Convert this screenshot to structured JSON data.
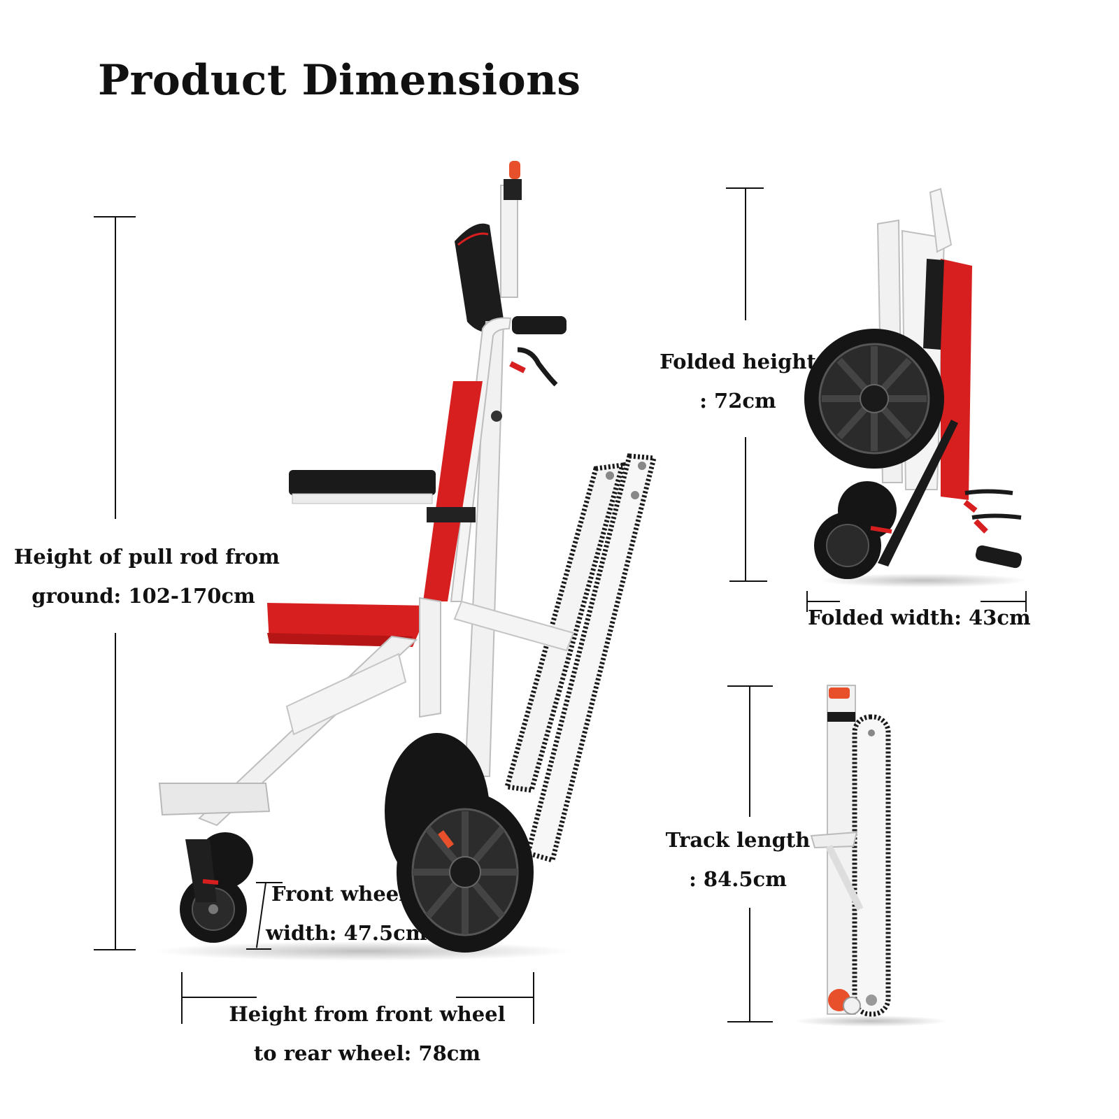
{
  "title": "Product Dimensions",
  "labels": {
    "pull_rod": {
      "line1": "Height of pull rod from",
      "line2": "ground: 102-170cm"
    },
    "front_wheel": {
      "line1": "Front wheel",
      "line2": "width: 47.5cm"
    },
    "wheelbase": {
      "line1": "Height from front wheel",
      "line2": "to rear wheel: 78cm"
    },
    "folded_height": {
      "line1": "Folded height",
      "line2": ": 72cm"
    },
    "folded_width": {
      "line1": "Folded width: 43cm"
    },
    "track_length": {
      "line1": "Track length",
      "line2": ": 84.5cm"
    }
  },
  "colors": {
    "frame": "#f2f2f2",
    "frame_edge": "#bdbdbd",
    "accent_red": "#d71f1f",
    "tire_black": "#151515",
    "line_black": "#111111"
  }
}
